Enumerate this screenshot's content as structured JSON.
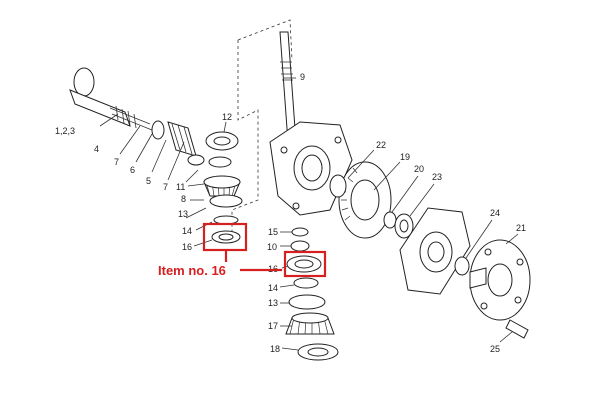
{
  "callout": {
    "text": "Item no. 16",
    "color": "#d62020"
  },
  "part_numbers": {
    "p123": "1,2,3",
    "p4": "4",
    "p5": "5",
    "p6": "6",
    "p7a": "7",
    "p7b": "7",
    "p8": "8",
    "p9": "9",
    "p10": "10",
    "p11": "11",
    "p12": "12",
    "p13a": "13",
    "p13b": "13",
    "p14a": "14",
    "p14b": "14",
    "p15": "15",
    "p16a": "16",
    "p16b": "16",
    "p17": "17",
    "p18": "18",
    "p19": "19",
    "p20": "20",
    "p21": "21",
    "p22": "22",
    "p23": "23",
    "p24": "24",
    "p25": "25"
  }
}
